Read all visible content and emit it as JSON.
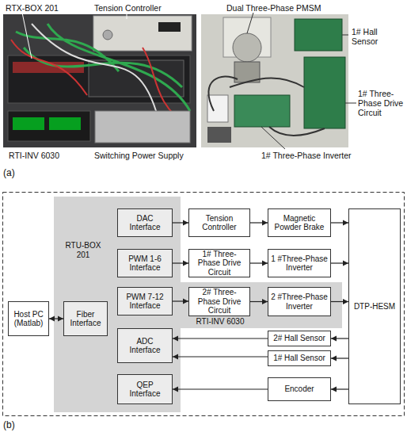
{
  "diagram": {
    "nodes": [
      {
        "text": [
          "Host PC (Matlab)"
        ]
      },
      {
        "text": [
          "RTU-BOX 201"
        ]
      },
      {
        "text": [
          "DAC Interface"
        ],
        "in": 1
      },
      {
        "text": [
          "PWM 1-6 Interface"
        ],
        "in": 1
      },
      {
        "text": [
          "Fiber Interface"
        ],
        "in": 1
      },
      {
        "text": [
          "PWM 7-12 Interface"
        ],
        "in": 1
      },
      {
        "text": [
          "ADC Interface"
        ],
        "in": 1
      },
      {
        "text": [
          "QEP Interface"
        ],
        "in": 1
      },
      {
        "text": [
          "Tension Controller"
        ]
      },
      {
        "text": [
          "Magnetic Powder Brake"
        ]
      },
      {
        "text": [
          "1# Three-Phase Drive Circuit"
        ]
      },
      {
        "text": [
          "1 #Three-Phase Inverter"
        ]
      },
      {
        "text": [
          "RTI-INV 6030"
        ]
      },
      {
        "text": [
          "2# Three-Phase Drive Circuit"
        ],
        "in": 12
      },
      {
        "text": [
          "2 #Three-Phase Inverter"
        ],
        "in": 12
      },
      {
        "text": [
          "2# Hall Sensor"
        ]
      },
      {
        "text": [
          "1# Hall Sensor"
        ]
      },
      {
        "text": [
          "Encoder"
        ]
      },
      {
        "text": [
          "DTP-HESM"
        ]
      }
    ],
    "edges": [
      {
        "from": 0,
        "to": 4,
        "arrow": "both"
      },
      {
        "from": 2,
        "to": 8,
        "arrow": "to"
      },
      {
        "from": 8,
        "to": 9,
        "arrow": "to"
      },
      {
        "from": 9,
        "to": 18,
        "arrow": "to"
      },
      {
        "from": 3,
        "to": 10,
        "arrow": "to"
      },
      {
        "from": 10,
        "to": 11,
        "arrow": "to"
      },
      {
        "from": 11,
        "to": 18,
        "arrow": "to"
      },
      {
        "from": 5,
        "to": 13,
        "arrow": "to"
      },
      {
        "from": 13,
        "to": 14,
        "arrow": "to"
      },
      {
        "from": 14,
        "to": 18,
        "arrow": "to"
      },
      {
        "from": 18,
        "to": 15,
        "arrow": "to"
      },
      {
        "from": 15,
        "to": 6,
        "arrow": "to"
      },
      {
        "from": 18,
        "to": 16,
        "arrow": "to"
      },
      {
        "from": 16,
        "to": 6,
        "arrow": "to"
      },
      {
        "from": 18,
        "to": 17,
        "arrow": "to"
      },
      {
        "from": 17,
        "to": 7,
        "arrow": "to"
      }
    ],
    "labels": [
      "RTX-BOX 201",
      "Tension Controller",
      "Dual Three-Phase PMSM",
      "1# Hall Sensor",
      "1# Three-Phase Drive Circuit",
      "RTI-INV 6030",
      "Switching Power Supply",
      "1# Three-Phase Inverter",
      "(a)",
      "(b)"
    ]
  }
}
